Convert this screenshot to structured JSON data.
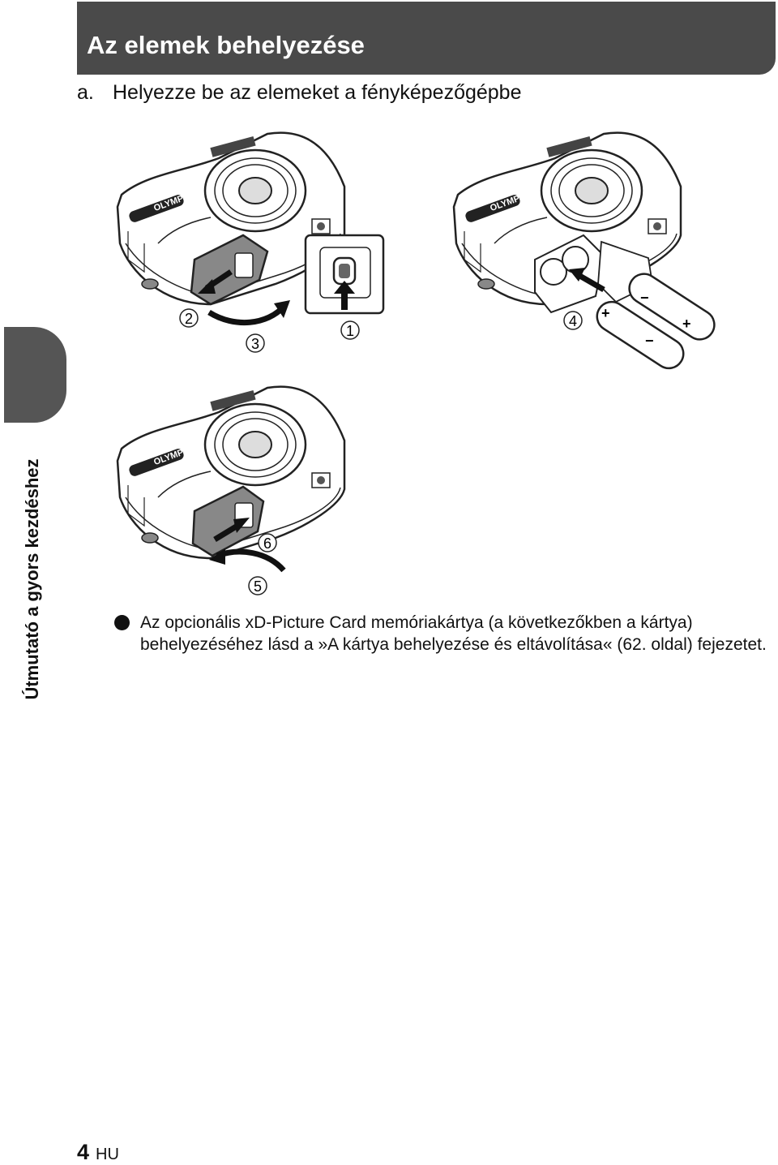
{
  "header": {
    "title": "Az elemek behelyezése"
  },
  "step": {
    "number": "a.",
    "text": "Helyezze be az elemeket a fényképezőgépbe"
  },
  "side_tab": {
    "label": "Útmutató a gyors kezdéshez"
  },
  "camera": {
    "brand": "OLYMPUS"
  },
  "callouts": {
    "c1": "1",
    "c2": "2",
    "c3": "3",
    "c4": "4",
    "c5": "5",
    "c6": "6"
  },
  "battery": {
    "plus": "+",
    "minus": "−"
  },
  "note": {
    "text": "Az opcionális xD-Picture Card memóriakártya (a következőkben a kártya) behelyezéséhez lásd a »A kártya behelyezése és eltávolítása« (62. oldal) fejezetet."
  },
  "footer": {
    "page": "4",
    "lang": "HU"
  }
}
